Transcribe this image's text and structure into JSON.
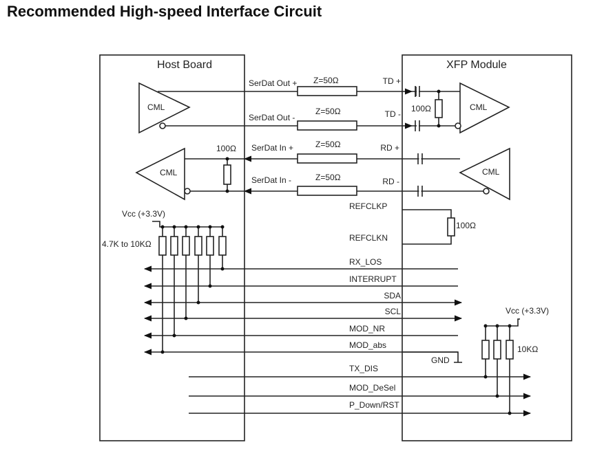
{
  "title": "Recommended High-speed Interface Circuit",
  "host": {
    "label": "Host Board",
    "tx_driver": "CML",
    "rx_driver": "CML",
    "rx_term": "100Ω",
    "pullup_vcc": "Vcc (+3.3V)",
    "pullup_value": "4.7K to 10KΩ"
  },
  "module": {
    "label": "XFP Module",
    "rx_driver": "CML",
    "tx_driver": "CML",
    "tx_term": "100Ω",
    "refclk_term": "100Ω",
    "pullup_vcc": "Vcc (+3.3V)",
    "pullup_value": "10KΩ",
    "gnd": "GND"
  },
  "diff_lines": [
    {
      "host_label": "SerDat Out +",
      "impedance": "Z=50Ω",
      "module_label": "TD +"
    },
    {
      "host_label": "SerDat Out -",
      "impedance": "Z=50Ω",
      "module_label": "TD -"
    },
    {
      "host_label": "SerDat In +",
      "impedance": "Z=50Ω",
      "module_label": "RD +"
    },
    {
      "host_label": "SerDat In -",
      "impedance": "Z=50Ω",
      "module_label": "RD -"
    }
  ],
  "refclk": [
    "REFCLKP",
    "REFCLKN"
  ],
  "signals": [
    "RX_LOS",
    "INTERRUPT",
    "SDA",
    "SCL",
    "MOD_NR",
    "MOD_abs",
    "TX_DIS",
    "MOD_DeSel",
    "P_Down/RST"
  ]
}
